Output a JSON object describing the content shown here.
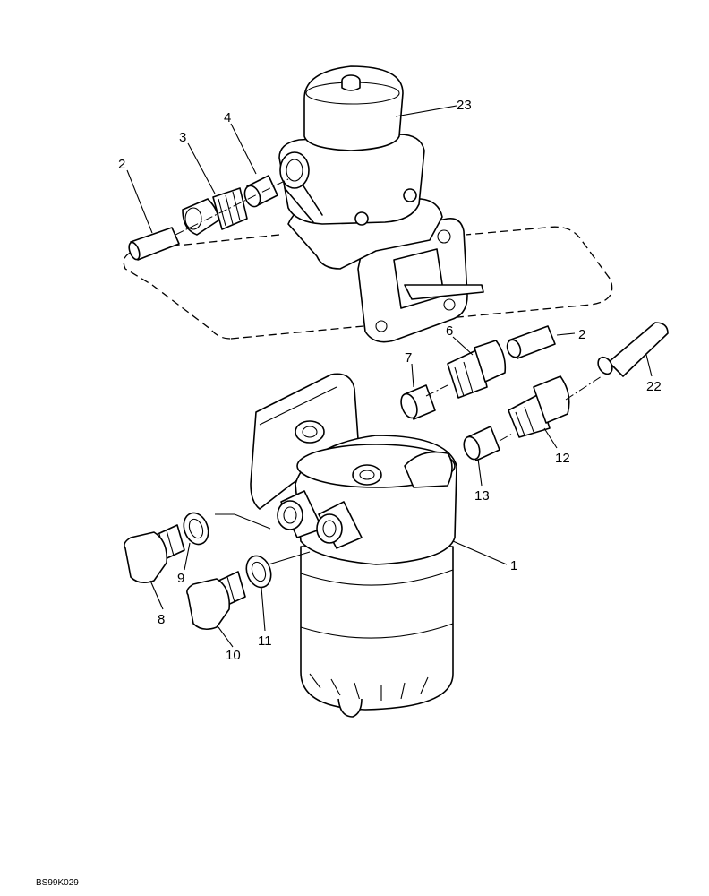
{
  "callouts": [
    {
      "id": "c23",
      "label": "23"
    },
    {
      "id": "c4",
      "label": "4"
    },
    {
      "id": "c3",
      "label": "3"
    },
    {
      "id": "c2a",
      "label": "2"
    },
    {
      "id": "c2b",
      "label": "2"
    },
    {
      "id": "c6",
      "label": "6"
    },
    {
      "id": "c7",
      "label": "7"
    },
    {
      "id": "c22",
      "label": "22"
    },
    {
      "id": "c12",
      "label": "12"
    },
    {
      "id": "c13",
      "label": "13"
    },
    {
      "id": "c1",
      "label": "1"
    },
    {
      "id": "c9",
      "label": "9"
    },
    {
      "id": "c8",
      "label": "8"
    },
    {
      "id": "c11",
      "label": "11"
    },
    {
      "id": "c10",
      "label": "10"
    }
  ],
  "drawing_code": "BS99K029"
}
